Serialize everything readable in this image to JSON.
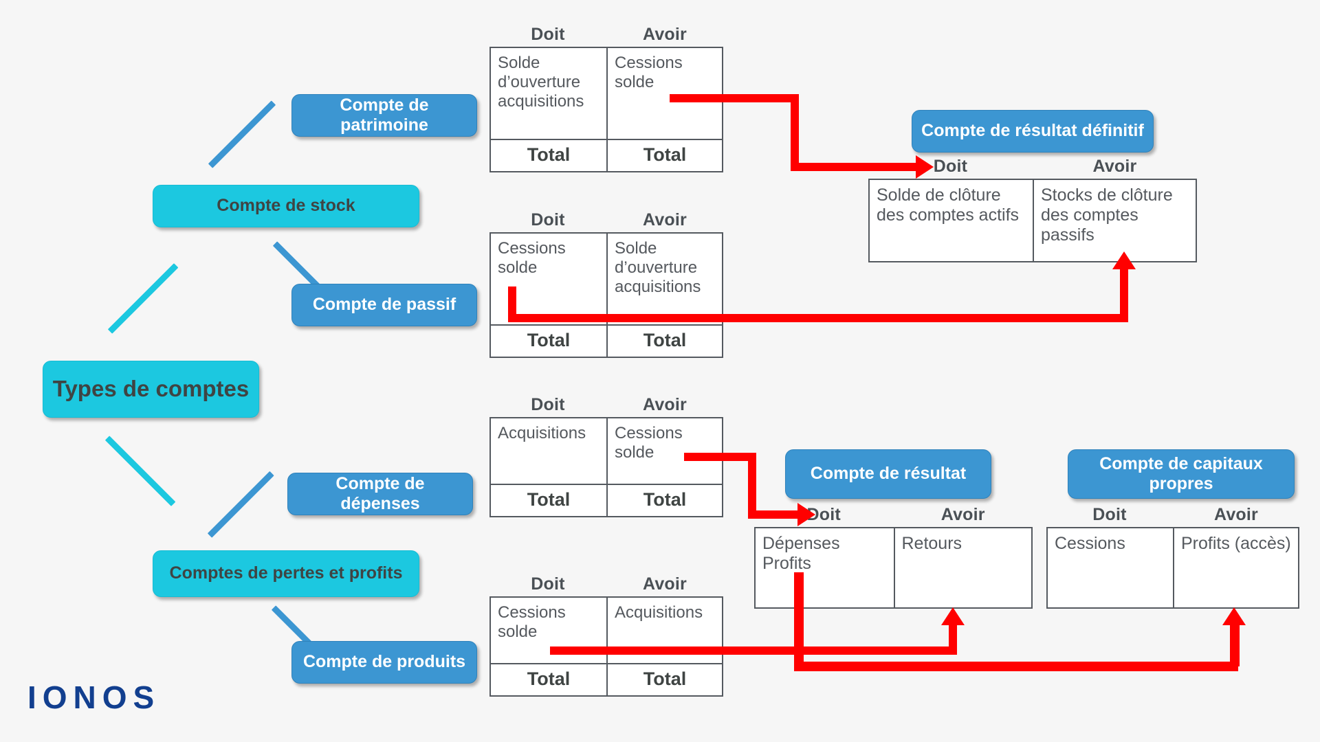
{
  "diagram": {
    "title": "Types de comptes",
    "brand": "IONOS",
    "colors": {
      "background": "#f6f6f6",
      "node_cyan": "#1CC8E0",
      "node_blue": "#3C96D2",
      "connector_cyan": "#1CC8E0",
      "connector_blue": "#3C96D2",
      "flow_arrow_red": "#FF0000",
      "table_border": "#54595F",
      "table_text": "#55595E",
      "brand_blue": "#123F8F"
    }
  },
  "nodes": {
    "root": {
      "label": "Types de comptes"
    },
    "stock": {
      "label": "Compte de stock"
    },
    "patrimoine": {
      "label": "Compte de patrimoine"
    },
    "passif": {
      "label": "Compte de passif"
    },
    "pertes_profits": {
      "label": "Comptes de pertes et profits"
    },
    "depenses": {
      "label": "Compte de dépenses"
    },
    "produits": {
      "label": "Compte de produits"
    },
    "resultat_definitif": {
      "label": "Compte de résultat définitif"
    },
    "resultat": {
      "label": "Compte de résultat"
    },
    "capitaux_propres": {
      "label": "Compte de capitaux propres"
    }
  },
  "column_headers": {
    "debit": "Doit",
    "credit": "Avoir"
  },
  "total_label": "Total",
  "tables": {
    "patrimoine": {
      "headers": [
        "Doit",
        "Avoir"
      ],
      "rows": [
        [
          "Solde d’ouverture acquisitions",
          "Cessions solde"
        ]
      ],
      "totals": [
        "Total",
        "Total"
      ]
    },
    "passif": {
      "headers": [
        "Doit",
        "Avoir"
      ],
      "rows": [
        [
          "Cessions solde",
          "Solde d’ouverture acquisitions"
        ]
      ],
      "totals": [
        "Total",
        "Total"
      ]
    },
    "depenses": {
      "headers": [
        "Doit",
        "Avoir"
      ],
      "rows": [
        [
          "Acquisitions",
          "Cessions solde"
        ]
      ],
      "totals": [
        "Total",
        "Total"
      ]
    },
    "produits": {
      "headers": [
        "Doit",
        "Avoir"
      ],
      "rows": [
        [
          "Cessions solde",
          "Acquisitions"
        ]
      ],
      "totals": [
        "Total",
        "Total"
      ]
    },
    "resultat_definitif": {
      "headers": [
        "Doit",
        "Avoir"
      ],
      "rows": [
        [
          "Solde de clôture des comptes actifs",
          "Stocks de clôture des comptes passifs"
        ]
      ]
    },
    "resultat": {
      "headers": [
        "Doit",
        "Avoir"
      ],
      "rows": [
        [
          "Dépenses Profits",
          "Retours"
        ]
      ]
    },
    "capitaux_propres": {
      "headers": [
        "Doit",
        "Avoir"
      ],
      "rows": [
        [
          "Cessions",
          "Profits (accès)"
        ]
      ]
    }
  },
  "flows": [
    {
      "from": "patrimoine-avoir",
      "to": "resultat-definitif-doit"
    },
    {
      "from": "passif-doit",
      "to": "resultat-definitif-avoir"
    },
    {
      "from": "depenses-avoir",
      "to": "resultat-doit"
    },
    {
      "from": "produits-doit",
      "to": "resultat-avoir"
    },
    {
      "from": "resultat-doit",
      "to": "capitaux-propres-avoir"
    }
  ]
}
